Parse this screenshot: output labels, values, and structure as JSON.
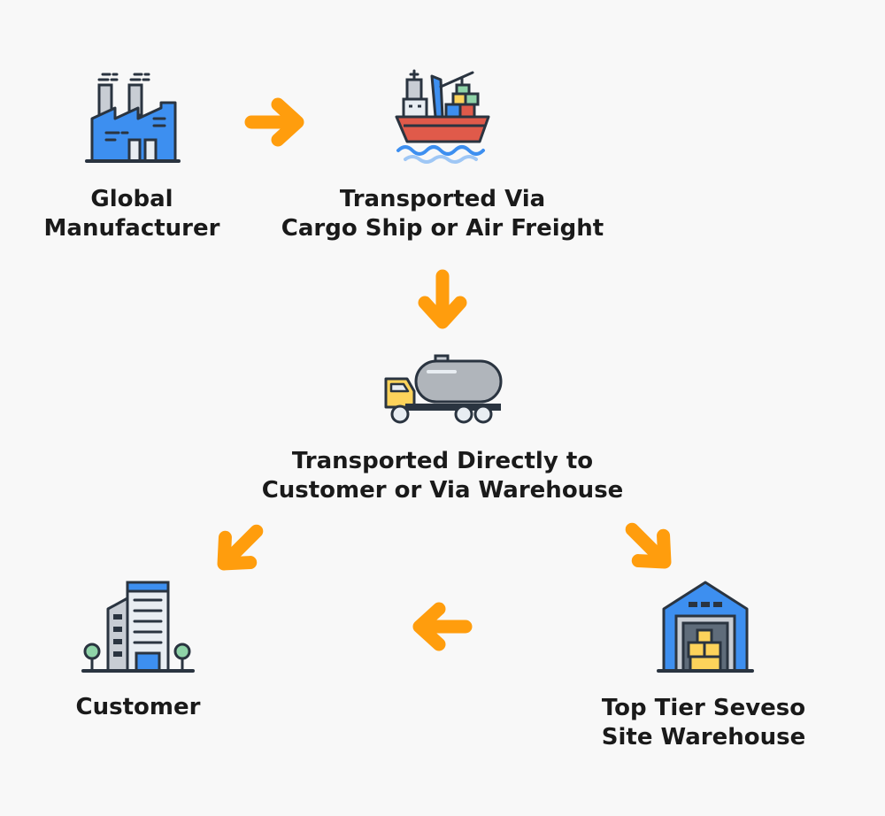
{
  "colors": {
    "arrow": "#ff9d0d",
    "background": "#f8f8f8",
    "text": "#1a1a1a",
    "outline": "#2a3440",
    "blue": "#3d8ff0",
    "red": "#e05a4a",
    "yellow": "#fdd35b"
  },
  "nodes": {
    "manufacturer": {
      "icon": "factory-icon",
      "line1": "Global",
      "line2": "Manufacturer"
    },
    "shipping": {
      "icon": "cargo-ship-icon",
      "line1": "Transported Via",
      "line2": "Cargo Ship or Air Freight"
    },
    "transport": {
      "icon": "tanker-truck-icon",
      "line1": "Transported Directly to",
      "line2": "Customer or Via Warehouse"
    },
    "customer": {
      "icon": "office-building-icon",
      "line1": "Customer"
    },
    "warehouse": {
      "icon": "warehouse-icon",
      "line1": "Top Tier Seveso",
      "line2": "Site Warehouse"
    }
  },
  "arrows": [
    {
      "from": "manufacturer",
      "to": "shipping",
      "direction": "right"
    },
    {
      "from": "shipping",
      "to": "transport",
      "direction": "down"
    },
    {
      "from": "transport",
      "to": "customer",
      "direction": "down-left"
    },
    {
      "from": "transport",
      "to": "warehouse",
      "direction": "down-right"
    },
    {
      "from": "warehouse",
      "to": "customer",
      "direction": "left"
    }
  ]
}
